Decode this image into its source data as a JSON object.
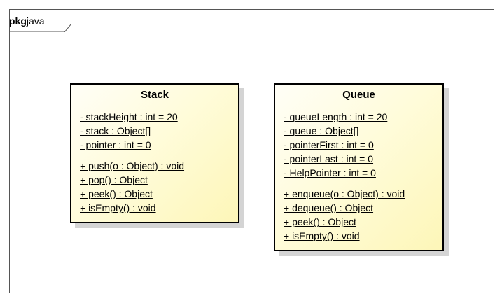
{
  "package": {
    "keyword": "pkg",
    "name": "java"
  },
  "classes": {
    "stack": {
      "name": "Stack",
      "attributes": [
        "- stackHeight : int = 20",
        "- stack : Object[]",
        "- pointer : int = 0"
      ],
      "operations": [
        "+ push(o : Object) : void",
        "+ pop() : Object",
        "+ peek() : Object",
        "+ isEmpty() : void"
      ]
    },
    "queue": {
      "name": "Queue",
      "attributes": [
        "- queueLength : int = 20",
        "- queue : Object[]",
        "- pointerFirst : int = 0",
        "- pointerLast : int = 0",
        "- HelpPointer : int = 0"
      ],
      "operations": [
        "+ enqueue(o : Object) : void",
        "+ dequeue() : Object",
        "+ peek() : Object",
        "+ isEmpty() : void"
      ]
    }
  }
}
